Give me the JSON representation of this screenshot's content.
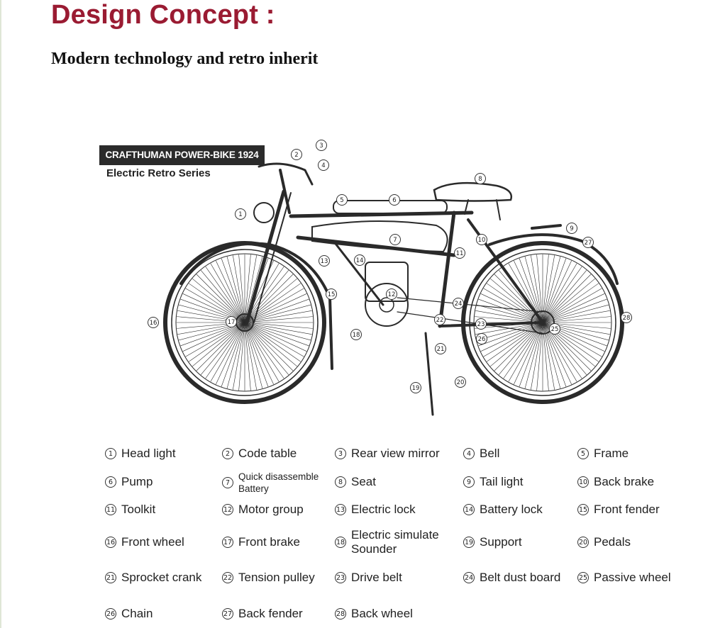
{
  "title": "Design Concept :",
  "subtitle": "Modern technology and retro inherit",
  "badge": "CRAFTHUMAN POWER-BIKE 1924",
  "series": "Electric Retro Series",
  "callout_numbers": [
    "1",
    "2",
    "3",
    "4",
    "5",
    "6",
    "7",
    "8",
    "9",
    "10",
    "11",
    "12",
    "13",
    "14",
    "15",
    "16",
    "17",
    "18",
    "19",
    "20",
    "21",
    "22",
    "23",
    "24",
    "25",
    "26",
    "27",
    "28"
  ],
  "legend": [
    {
      "num": "1",
      "label": "Head light"
    },
    {
      "num": "2",
      "label": "Code table"
    },
    {
      "num": "3",
      "label": "Rear view mirror"
    },
    {
      "num": "4",
      "label": "Bell"
    },
    {
      "num": "5",
      "label": "Frame"
    },
    {
      "num": "6",
      "label": "Pump"
    },
    {
      "num": "7",
      "label": "Quick disassemble Battery"
    },
    {
      "num": "8",
      "label": "Seat"
    },
    {
      "num": "9",
      "label": "Tail light"
    },
    {
      "num": "10",
      "label": "Back brake"
    },
    {
      "num": "11",
      "label": "Toolkit"
    },
    {
      "num": "12",
      "label": "Motor group"
    },
    {
      "num": "13",
      "label": "Electric lock"
    },
    {
      "num": "14",
      "label": "Battery lock"
    },
    {
      "num": "15",
      "label": "Front fender"
    },
    {
      "num": "16",
      "label": "Front wheel"
    },
    {
      "num": "17",
      "label": "Front brake"
    },
    {
      "num": "18",
      "label": "Electric simulate Sounder"
    },
    {
      "num": "19",
      "label": "Support"
    },
    {
      "num": "20",
      "label": "Pedals"
    },
    {
      "num": "21",
      "label": "Sprocket crank"
    },
    {
      "num": "22",
      "label": "Tension pulley"
    },
    {
      "num": "23",
      "label": "Drive belt"
    },
    {
      "num": "24",
      "label": "Belt dust board"
    },
    {
      "num": "25",
      "label": "Passive wheel"
    },
    {
      "num": "26",
      "label": "Chain"
    },
    {
      "num": "27",
      "label": "Back fender"
    },
    {
      "num": "28",
      "label": "Back wheel"
    }
  ]
}
